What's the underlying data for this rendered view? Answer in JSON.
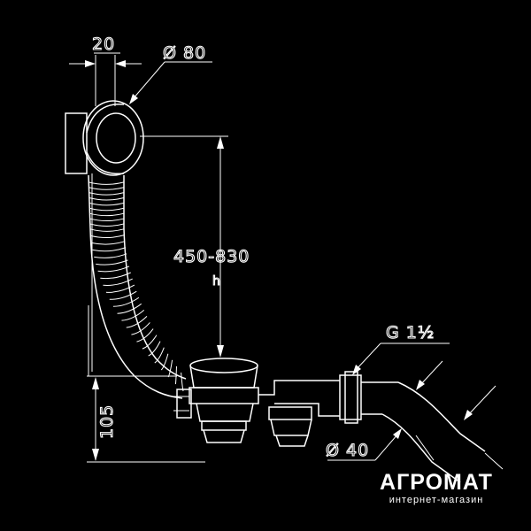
{
  "dimensions": {
    "overflow_width": "20",
    "overflow_diameter": "Ø 80",
    "height_range": "450-830",
    "height_sub": "h",
    "bottom_height": "105",
    "drain_diameter": "Ø 40",
    "thread": "G 1½"
  },
  "brand": {
    "name": "АГРОМАТ",
    "subtitle": "интернет-магазин"
  },
  "colors": {
    "background": "#000000",
    "lines": "#ffffff"
  }
}
